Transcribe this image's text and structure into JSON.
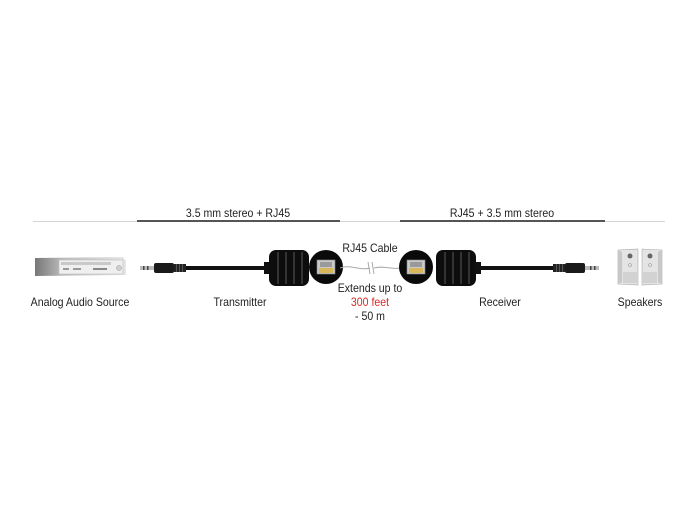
{
  "diagram": {
    "segments": {
      "left_label": "3.5 mm stereo + RJ45",
      "right_label": "RJ45 + 3.5 mm stereo"
    },
    "devices": {
      "source": "Analog Audio Source",
      "transmitter": "Transmitter",
      "receiver": "Receiver",
      "speakers": "Speakers"
    },
    "cable": {
      "label": "RJ45 Cable",
      "extends_line1": "Extends up to",
      "extends_highlight": "300 feet",
      "extends_line3": "- 50 m"
    },
    "colors": {
      "highlight": "#d62b2b",
      "cable": "#111111",
      "line_thin": "#d4d4d4",
      "line_thick": "#555555"
    }
  }
}
